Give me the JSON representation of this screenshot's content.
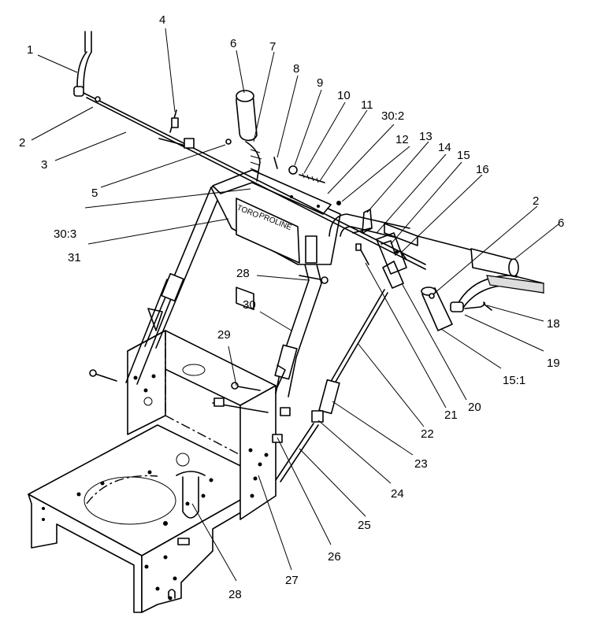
{
  "brand": {
    "logo": "TORO",
    "product": "PROLINE"
  },
  "callouts": [
    {
      "id": "c1",
      "text": "1"
    },
    {
      "id": "c2a",
      "text": "2"
    },
    {
      "id": "c3",
      "text": "3"
    },
    {
      "id": "c4",
      "text": "4"
    },
    {
      "id": "c5",
      "text": "5"
    },
    {
      "id": "c6a",
      "text": "6"
    },
    {
      "id": "c7",
      "text": "7"
    },
    {
      "id": "c8",
      "text": "8"
    },
    {
      "id": "c9",
      "text": "9"
    },
    {
      "id": "c10",
      "text": "10"
    },
    {
      "id": "c11",
      "text": "11"
    },
    {
      "id": "c30b",
      "text": "30:2"
    },
    {
      "id": "c12",
      "text": "12"
    },
    {
      "id": "c13",
      "text": "13"
    },
    {
      "id": "c14",
      "text": "14"
    },
    {
      "id": "c15",
      "text": "15"
    },
    {
      "id": "c16",
      "text": "16"
    },
    {
      "id": "c2b",
      "text": "2"
    },
    {
      "id": "c6b",
      "text": "6"
    },
    {
      "id": "c18",
      "text": "18"
    },
    {
      "id": "c19",
      "text": "19"
    },
    {
      "id": "c15b",
      "text": "15:1"
    },
    {
      "id": "c20",
      "text": "20"
    },
    {
      "id": "c21",
      "text": "21"
    },
    {
      "id": "c22",
      "text": "22"
    },
    {
      "id": "c23",
      "text": "23"
    },
    {
      "id": "c24",
      "text": "24"
    },
    {
      "id": "c25",
      "text": "25"
    },
    {
      "id": "c26",
      "text": "26"
    },
    {
      "id": "c27",
      "text": "27"
    },
    {
      "id": "c28b",
      "text": "28"
    },
    {
      "id": "c29",
      "text": "29"
    },
    {
      "id": "c30",
      "text": "30"
    },
    {
      "id": "c28a",
      "text": "28"
    },
    {
      "id": "c31",
      "text": "31"
    },
    {
      "id": "c30c",
      "text": "30:3"
    }
  ]
}
